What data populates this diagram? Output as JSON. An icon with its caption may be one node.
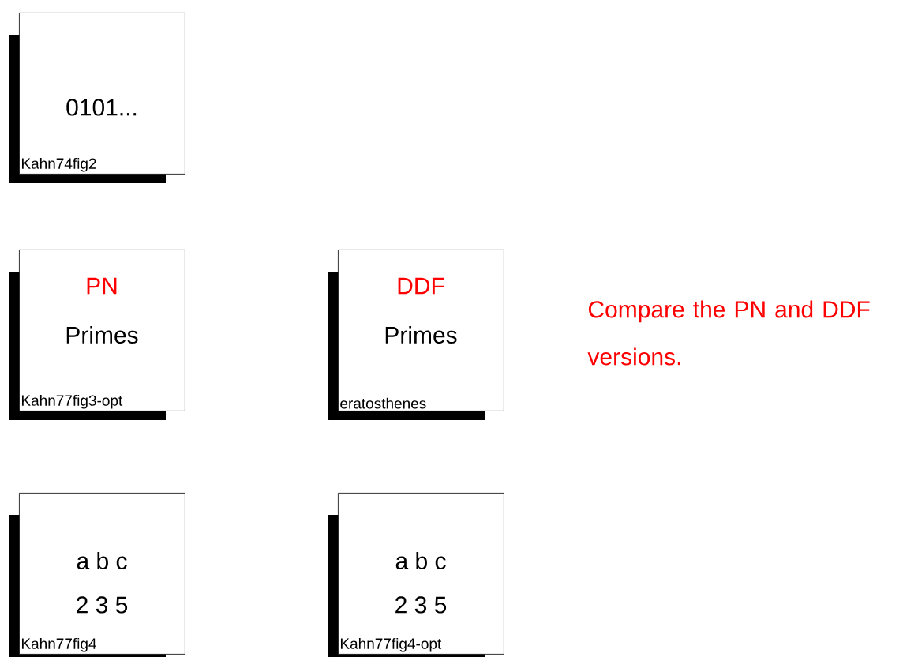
{
  "diagram": {
    "nodes": [
      {
        "text": [
          "0101...",
          "Kahn74fig2"
        ]
      },
      {
        "text": [
          "PN",
          "Primes",
          "Kahn77fig3-opt"
        ]
      },
      {
        "text": [
          "DDF",
          "Primes",
          "eratosthenes"
        ]
      },
      {
        "text": [
          "a b c",
          "2 3 5",
          "Kahn77fig4"
        ]
      },
      {
        "text": [
          "a b c",
          "2 3 5",
          "Kahn77fig4-opt"
        ]
      }
    ],
    "labels": [
      "Compare the PN and DDF versions."
    ]
  }
}
